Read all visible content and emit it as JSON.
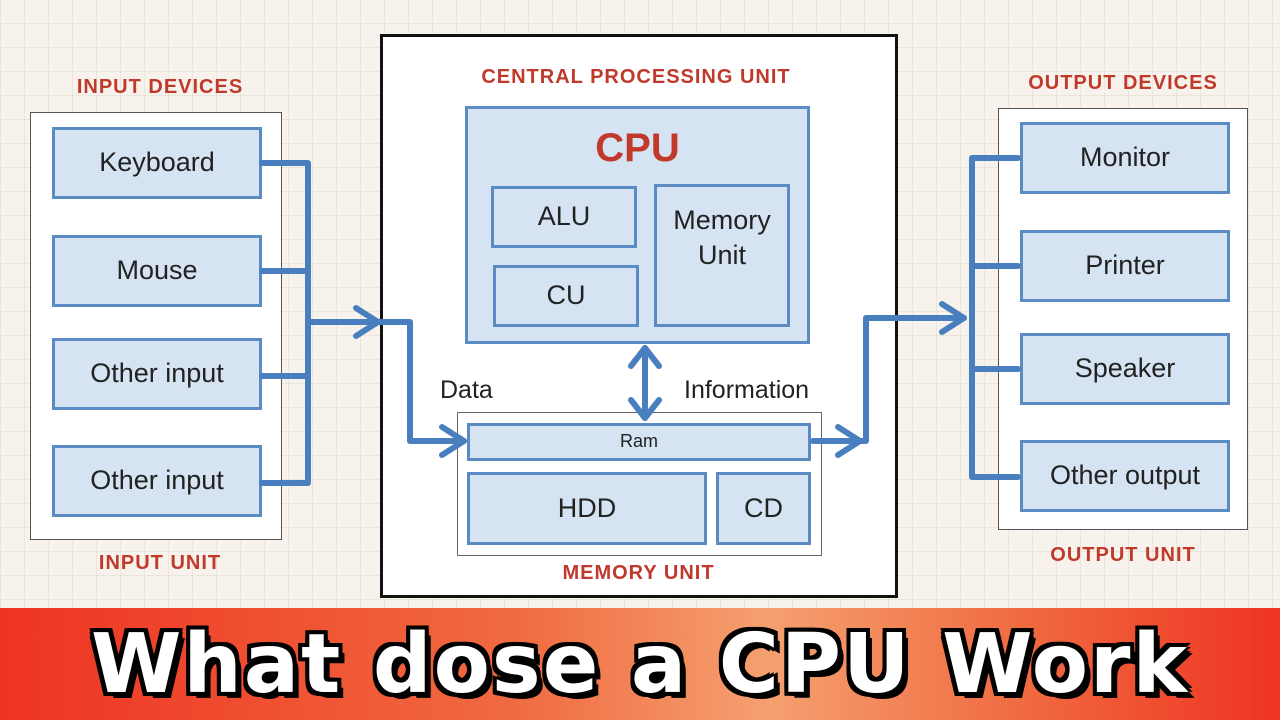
{
  "input_section": {
    "title": "INPUT DEVICES",
    "footer": "INPUT UNIT",
    "devices": [
      "Keyboard",
      "Mouse",
      "Other input",
      "Other input"
    ]
  },
  "cpu_section": {
    "title": "CENTRAL PROCESSING UNIT",
    "cpu_label": "CPU",
    "alu": "ALU",
    "cu": "CU",
    "memory_unit": "Memory Unit",
    "data_label": "Data",
    "information_label": "Information"
  },
  "memory_section": {
    "ram": "Ram",
    "hdd": "HDD",
    "cd": "CD",
    "footer": "MEMORY UNIT"
  },
  "output_section": {
    "title": "OUTPUT DEVICES",
    "footer": "OUTPUT UNIT",
    "devices": [
      "Monitor",
      "Printer",
      "Speaker",
      "Other output"
    ]
  },
  "banner": {
    "text": "What dose a CPU Work"
  },
  "colors": {
    "arrow": "#4a7fbf",
    "box_fill": "#d5e3f2",
    "box_border": "#5b8bc3",
    "heading": "#c0392b",
    "banner_start": "#ee3322",
    "banner_mid": "#f5a070"
  }
}
